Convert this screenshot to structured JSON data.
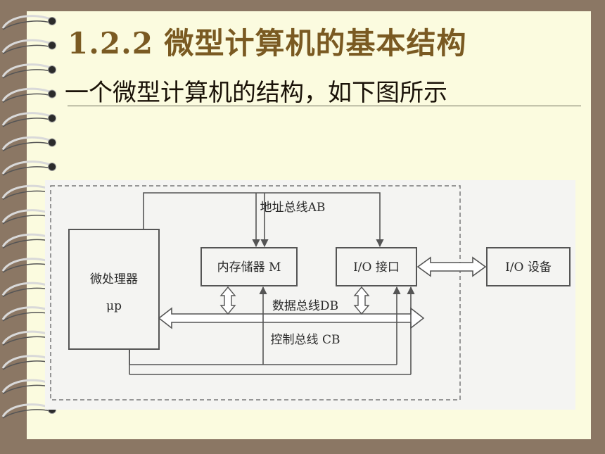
{
  "slide": {
    "title": "1.2.2 微型计算机的基本结构",
    "subtitle": "一个微型计算机的结构，如下图所示"
  },
  "diagram": {
    "nodes": {
      "cpu": {
        "line1": "微处理器",
        "line2": "μp"
      },
      "memory": "内存储器 M",
      "io_port": "I/O 接口",
      "io_device": "I/O 设备"
    },
    "buses": {
      "address": "地址总线AB",
      "data": "数据总线DB",
      "control": "控制总线 CB"
    }
  },
  "colors": {
    "background": "#8b7764",
    "paper": "#fbfbdf",
    "title": "#7a5a22",
    "text": "#1a1208"
  }
}
